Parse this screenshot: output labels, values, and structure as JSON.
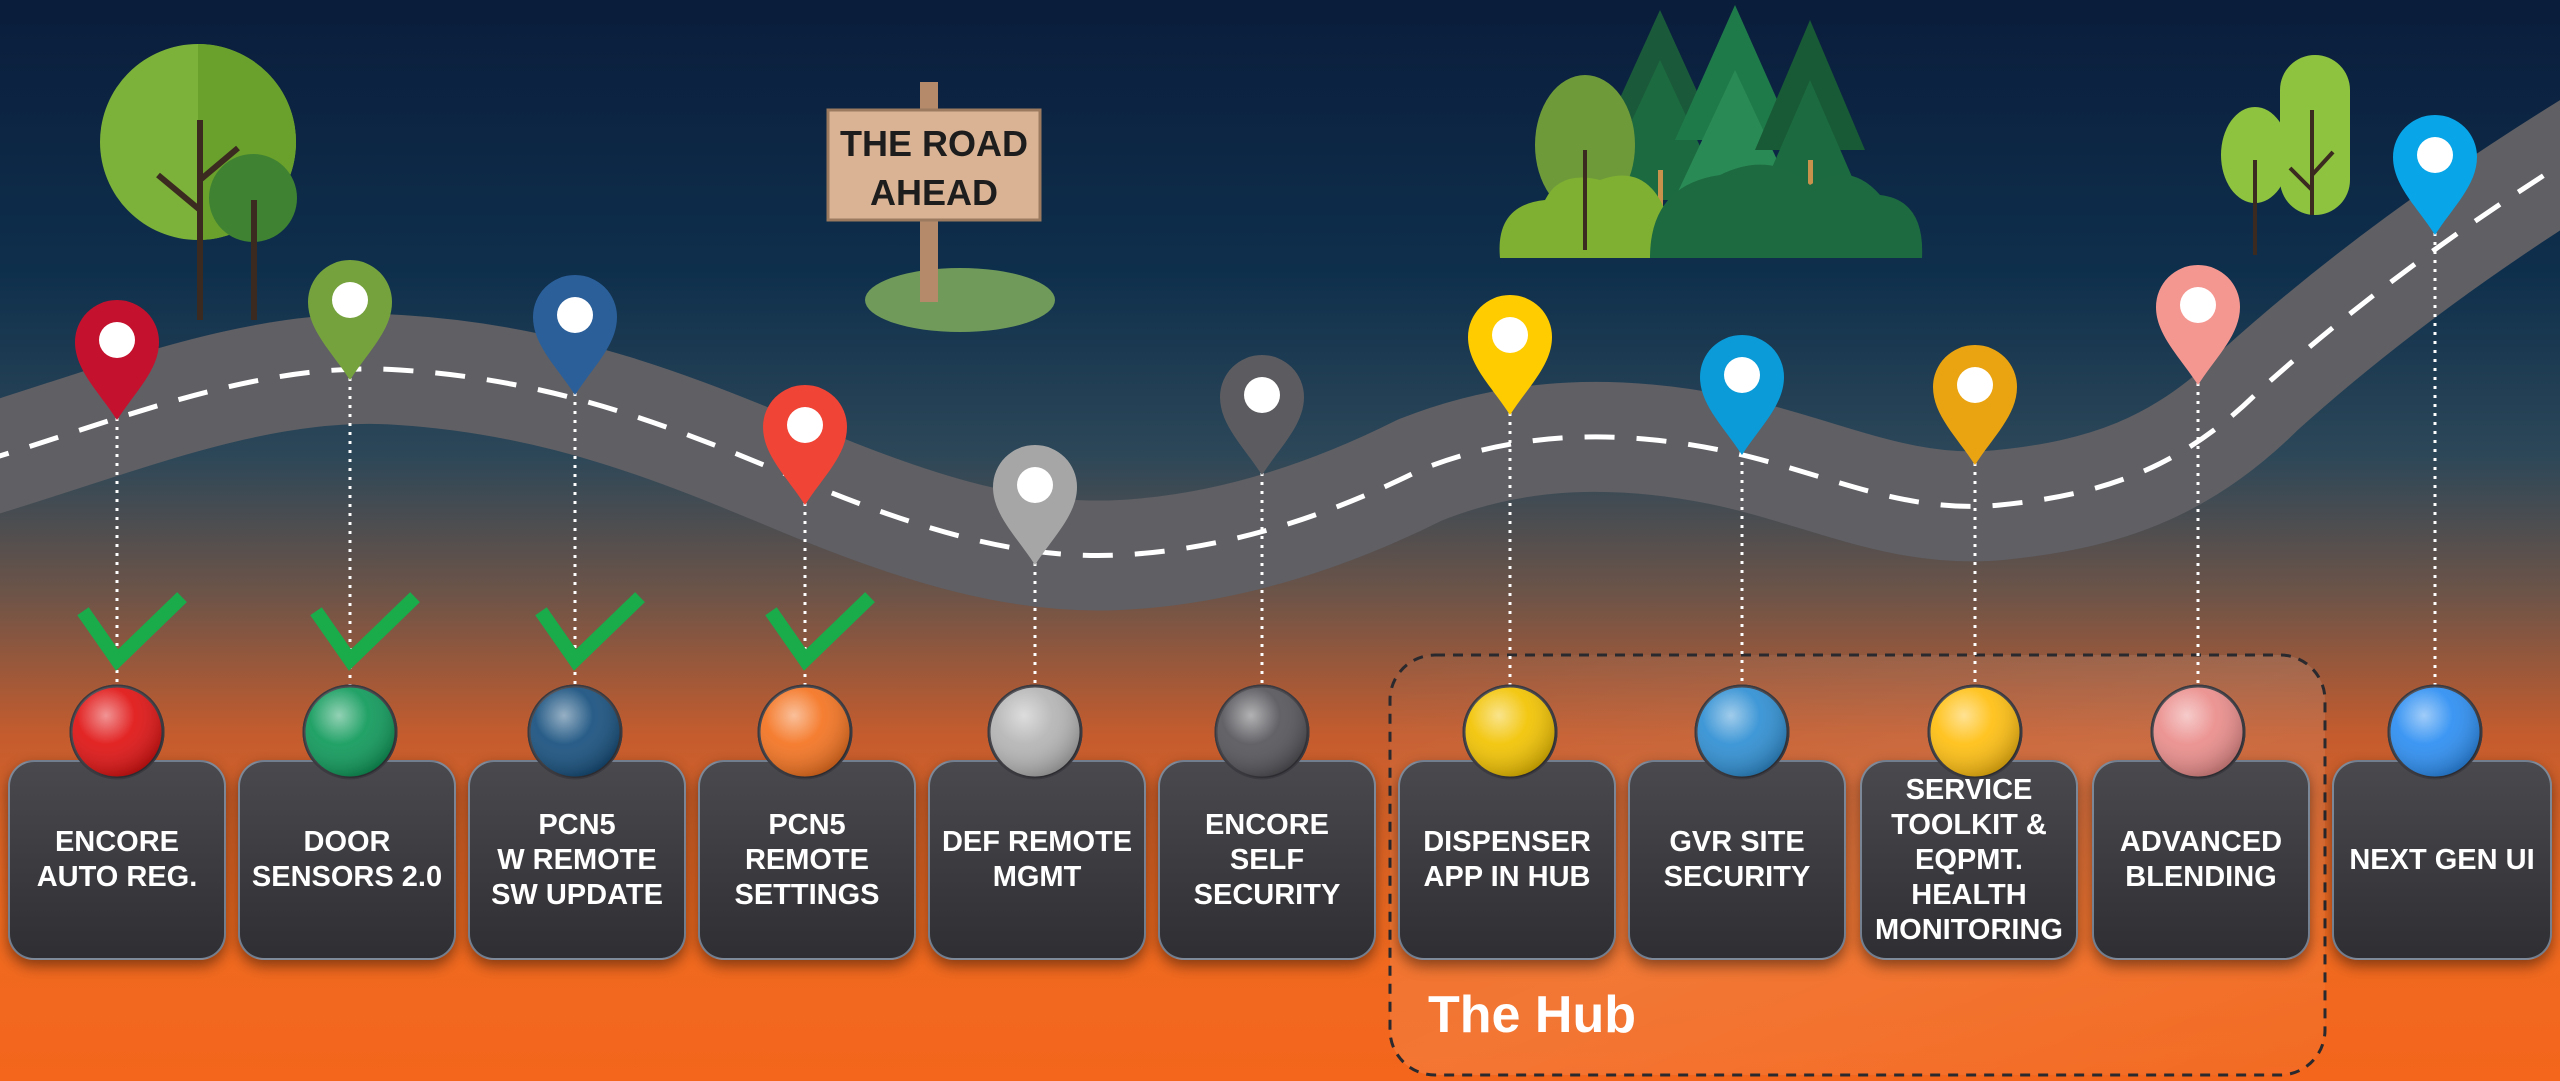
{
  "sign": {
    "line1": "THE ROAD",
    "line2": "AHEAD"
  },
  "hub": {
    "title": "The Hub"
  },
  "milestones": [
    {
      "label": "ENCORE\nAUTO REG.",
      "pin_color": "#c4122e",
      "dot_color": "#e01212",
      "done": true
    },
    {
      "label": "DOOR\nSENSORS 2.0",
      "pin_color": "#76a23e",
      "dot_color": "#0f9a5a",
      "done": true
    },
    {
      "label": "PCN5\nW REMOTE\nSW UPDATE",
      "pin_color": "#2a5f9a",
      "dot_color": "#17507e",
      "done": true
    },
    {
      "label": "PCN5\nREMOTE\nSETTINGS",
      "pin_color": "#ef4436",
      "dot_color": "#f47320",
      "done": true
    },
    {
      "label": "DEF REMOTE\nMGMT",
      "pin_color": "#a6a6a6",
      "dot_color": "#b4b4b4",
      "done": false
    },
    {
      "label": "ENCORE\nSELF\nSECURITY",
      "pin_color": "#5c5c60",
      "dot_color": "#55555a",
      "done": false
    },
    {
      "label": "DISPENSER\nAPP IN HUB",
      "pin_color": "#ffcc00",
      "dot_color": "#f2c300",
      "done": false
    },
    {
      "label": "GVR SITE\nSECURITY",
      "pin_color": "#0a9bd8",
      "dot_color": "#2f8fd3",
      "done": false
    },
    {
      "label": "SERVICE\nTOOLKIT &\nEQPMT.\nHEALTH\nMONITORING",
      "pin_color": "#eaa411",
      "dot_color": "#ffbf10",
      "done": false
    },
    {
      "label": "ADVANCED\nBLENDING",
      "pin_color": "#f59791",
      "dot_color": "#ea8d8b",
      "done": false
    },
    {
      "label": "NEXT GEN UI",
      "pin_color": "#08a5e8",
      "dot_color": "#2c8ef2",
      "done": false
    }
  ],
  "colors": {
    "road": "#5f5f64",
    "sky_top": "#0b1f3e",
    "ground": "#f26a1e",
    "check": "#1aab4b"
  }
}
